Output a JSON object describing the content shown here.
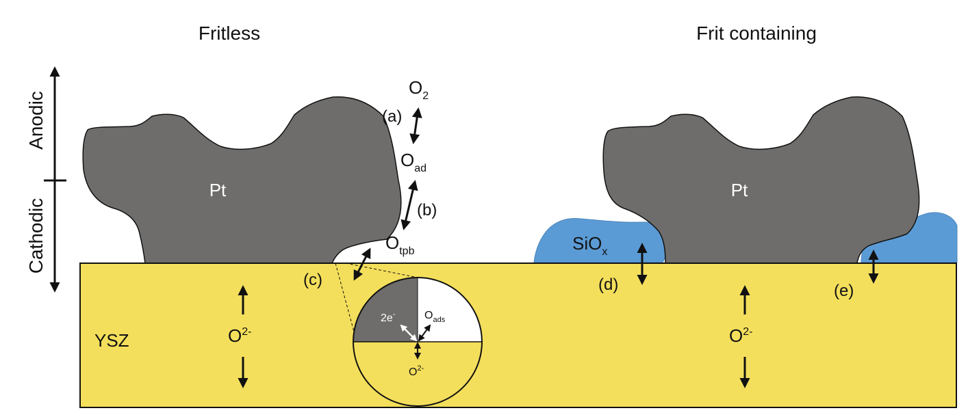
{
  "titles": {
    "left": "Fritless",
    "right": "Frit containing"
  },
  "axis": {
    "anodic": "Anodic",
    "cathodic": "Cathodic"
  },
  "materials": {
    "pt_left": "Pt",
    "pt_right": "Pt",
    "electrolyte": "YSZ",
    "frit_base": "SiO",
    "frit_sub": "x"
  },
  "species": {
    "o2_base": "O",
    "o2_sub": "2",
    "oad_base": "O",
    "oad_sub": "ad",
    "otpb_base": "O",
    "otpb_sub": "tpb",
    "oxide_base": "O",
    "oxide_sup": "2-",
    "inset_electrons_base": "2e",
    "inset_electrons_sup": "-",
    "inset_oads_base": "O",
    "inset_oads_sub": "ads",
    "inset_oxide_base": "O",
    "inset_oxide_sup": "2-"
  },
  "steps": {
    "a": "(a)",
    "b": "(b)",
    "c": "(c)",
    "d": "(d)",
    "e": "(e)"
  },
  "colors": {
    "platinum": "#6e6d6b",
    "ysz": "#f4df5c",
    "siox": "#5b9bd5",
    "line": "#111111",
    "white": "#ffffff"
  }
}
